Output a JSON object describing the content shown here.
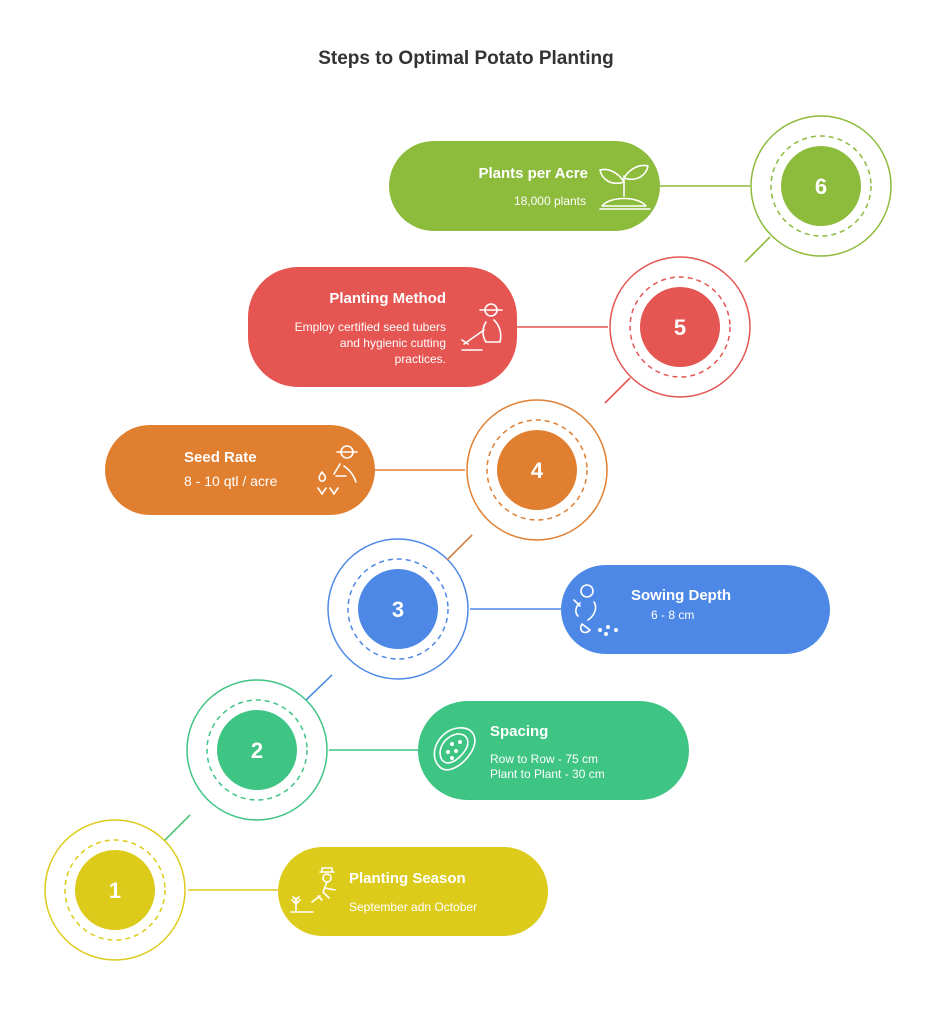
{
  "title": "Steps to Optimal Potato Planting",
  "steps": [
    {
      "number": "1",
      "title": "Planting Season",
      "lines": [
        "September adn October"
      ],
      "color": "#DDCB1B",
      "icon": "farmer-planting-icon"
    },
    {
      "number": "2",
      "title": "Spacing",
      "lines": [
        "Row to Row - 75 cm",
        "Plant to Plant - 30 cm"
      ],
      "color": "#3EC483",
      "icon": "potato-icon"
    },
    {
      "number": "3",
      "title": "Sowing Depth",
      "lines": [
        "6 - 8 cm"
      ],
      "color": "#4E88E7",
      "icon": "sowing-person-icon"
    },
    {
      "number": "4",
      "title": "Seed Rate",
      "lines": [
        "8 - 10 qtl / acre"
      ],
      "color": "#E07F30",
      "icon": "farmer-seeding-icon"
    },
    {
      "number": "5",
      "title": "Planting Method",
      "lines": [
        "Employ certified seed tubers",
        "and hygienic cutting",
        "practices."
      ],
      "color": "#E55552",
      "icon": "farmer-digging-icon"
    },
    {
      "number": "6",
      "title": "Plants per Acre",
      "lines": [
        "18,000 plants"
      ],
      "color": "#8DBB3C",
      "icon": "sprout-icon"
    }
  ]
}
